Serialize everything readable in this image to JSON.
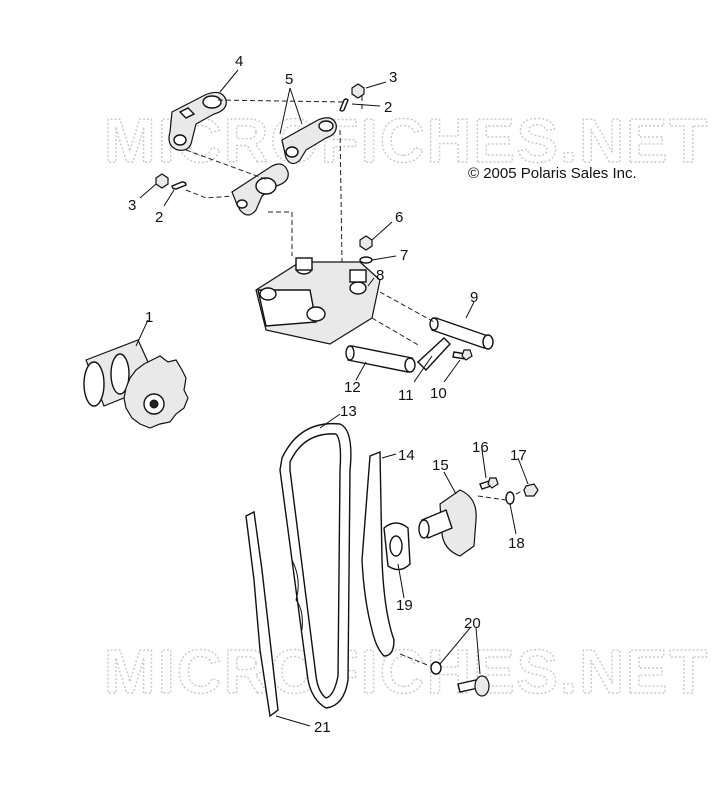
{
  "watermark": {
    "top": "MICROFICHES.NET",
    "bottom": "MICROFICHES.NET"
  },
  "copyright": "© 2005 Polaris Sales Inc.",
  "callouts": [
    {
      "id": "c4",
      "text": "4"
    },
    {
      "id": "c5",
      "text": "5"
    },
    {
      "id": "c3a",
      "text": "3"
    },
    {
      "id": "c2a",
      "text": "2"
    },
    {
      "id": "c3b",
      "text": "3"
    },
    {
      "id": "c2b",
      "text": "2"
    },
    {
      "id": "c6",
      "text": "6"
    },
    {
      "id": "c7",
      "text": "7"
    },
    {
      "id": "c8",
      "text": "8"
    },
    {
      "id": "c9",
      "text": "9"
    },
    {
      "id": "c1",
      "text": "1"
    },
    {
      "id": "c12",
      "text": "12"
    },
    {
      "id": "c11",
      "text": "11"
    },
    {
      "id": "c10",
      "text": "10"
    },
    {
      "id": "c13",
      "text": "13"
    },
    {
      "id": "c14",
      "text": "14"
    },
    {
      "id": "c16",
      "text": "16"
    },
    {
      "id": "c17",
      "text": "17"
    },
    {
      "id": "c15",
      "text": "15"
    },
    {
      "id": "c18",
      "text": "18"
    },
    {
      "id": "c19",
      "text": "19"
    },
    {
      "id": "c20",
      "text": "20"
    },
    {
      "id": "c21",
      "text": "21"
    }
  ]
}
